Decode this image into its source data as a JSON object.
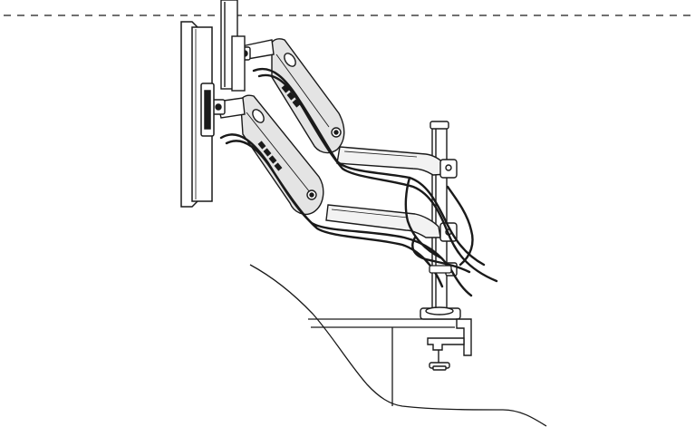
{
  "figure": {
    "caption": "",
    "colors": {
      "ink": "#1a1a1a",
      "background": "#ffffff",
      "metal_fill": "#f2f2f2",
      "gas_spring_fill": "#e4e4e4"
    },
    "components": [
      "monitor-screen",
      "ceiling-dashed-line",
      "vertical-pole",
      "upper-arm-segment",
      "lower-arm-segment",
      "gas-spring-upper",
      "gas-spring-lower",
      "cables",
      "desk-clamp",
      "desk-surface"
    ]
  }
}
